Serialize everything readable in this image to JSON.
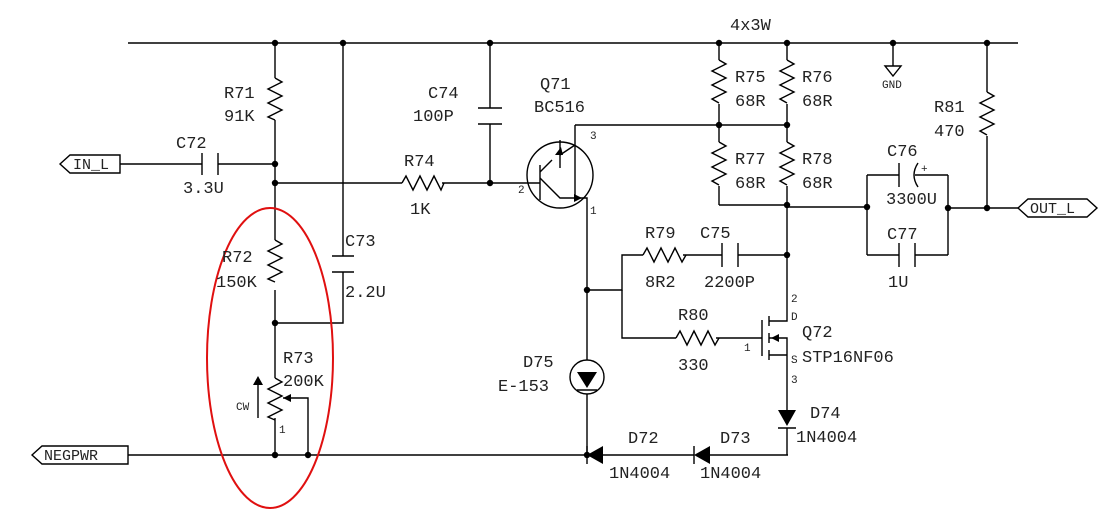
{
  "schematic": {
    "rail_label": "4x3W",
    "gnd_label": "GND",
    "ports": {
      "in_l": "IN_L",
      "out_l": "OUT_L",
      "negpwr": "NEGPWR"
    },
    "components": {
      "r71": {
        "ref": "R71",
        "value": "91K"
      },
      "c72": {
        "ref": "C72",
        "value": "3.3U"
      },
      "r72": {
        "ref": "R72",
        "value": "150K"
      },
      "c73": {
        "ref": "C73",
        "value": "2.2U"
      },
      "r73": {
        "ref": "R73",
        "value": "200K",
        "cw": "CW",
        "pin": "1"
      },
      "c74": {
        "ref": "C74",
        "value": "100P"
      },
      "r74": {
        "ref": "R74",
        "value": "1K"
      },
      "q71": {
        "ref": "Q71",
        "value": "BC516",
        "pin1": "1",
        "pin2": "2",
        "pin3": "3"
      },
      "r75": {
        "ref": "R75",
        "value": "68R"
      },
      "r76": {
        "ref": "R76",
        "value": "68R"
      },
      "r77": {
        "ref": "R77",
        "value": "68R"
      },
      "r78": {
        "ref": "R78",
        "value": "68R"
      },
      "c76": {
        "ref": "C76",
        "value": "3300U",
        "polarity": "+"
      },
      "c77": {
        "ref": "C77",
        "value": "1U"
      },
      "r81": {
        "ref": "R81",
        "value": "470"
      },
      "r79": {
        "ref": "R79",
        "value": "8R2"
      },
      "c75": {
        "ref": "C75",
        "value": "2200P"
      },
      "r80": {
        "ref": "R80",
        "value": "330"
      },
      "q72": {
        "ref": "Q72",
        "value": "STP16NF06",
        "pin_d": "D",
        "pin_s": "S",
        "pin1": "1",
        "pin2": "2",
        "pin3": "3"
      },
      "d75": {
        "ref": "D75",
        "value": "E-153"
      },
      "d74": {
        "ref": "D74",
        "value": "1N4004"
      },
      "d72": {
        "ref": "D72",
        "value": "1N4004"
      },
      "d73": {
        "ref": "D73",
        "value": "1N4004"
      }
    },
    "highlight_color": "#e01010",
    "ink_color": "#000000"
  }
}
